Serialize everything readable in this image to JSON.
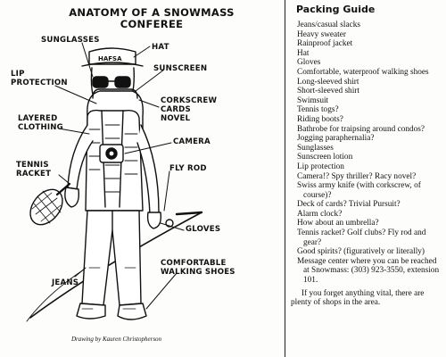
{
  "illustration": {
    "title": "ANATOMY OF A SNOWMASS CONFEREE",
    "hat_text": "HAFSA",
    "credit": "Drawing by Kauren Christopherson",
    "labels": {
      "sunglasses": "SUNGLASSES",
      "hat": "HAT",
      "sunscreen": "SUNSCREEN",
      "lip_protection": "LIP\nPROTECTION",
      "corkscrew": "CORKSCREW\nCARDS\nNOVEL",
      "layered_clothing": "LAYERED\nCLOTHING",
      "camera": "CAMERA",
      "tennis_racket": "TENNIS\nRACKET",
      "fly_rod": "FLY ROD",
      "gloves": "GLOVES",
      "comfortable_shoes": "COMFORTABLE\nWALKING SHOES",
      "jeans": "JEANS"
    }
  },
  "guide": {
    "title": "Packing Guide",
    "items": [
      "Jeans/casual slacks",
      "Heavy sweater",
      "Rainproof jacket",
      "Hat",
      "Gloves",
      "Comfortable, waterproof walking shoes",
      "Long-sleeved shirt",
      "Short-sleeved shirt",
      "Swimsuit",
      "Tennis togs?",
      "Riding boots?",
      "Bathrobe for traipsing around condos?",
      "Jogging paraphernalia?",
      "Sunglasses",
      "Sunscreen lotion",
      "Lip protection",
      "Camera!? Spy thriller? Racy novel?",
      "Swiss army knife (with corkscrew, of course)?",
      "Deck of cards? Trivial Pursuit?",
      "Alarm clock?",
      "How about an umbrella?",
      "Tennis racket? Golf clubs? Fly rod and gear?",
      "Good spirits? (figuratively or literally)",
      "Message center where you can be reached at Snowmass: (303) 923-3550, extension 101."
    ],
    "footnote": "If you forget anything vital, there are plenty of shops in the area."
  }
}
